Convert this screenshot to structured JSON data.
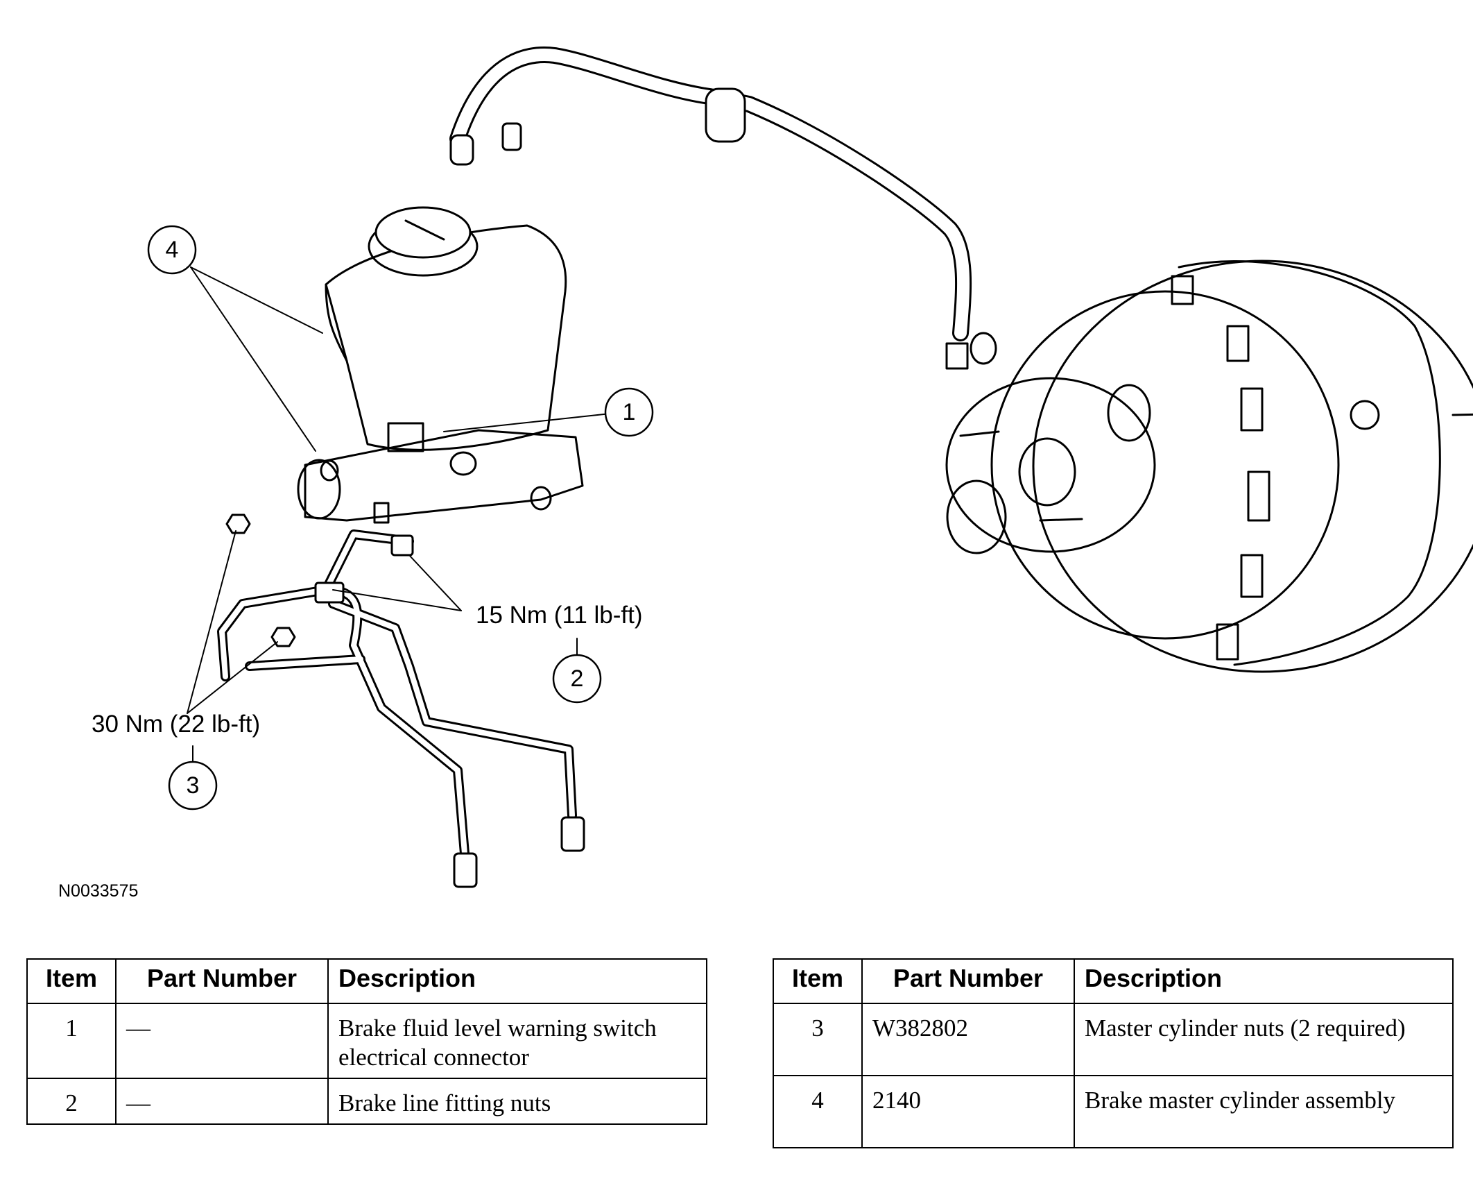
{
  "diagram": {
    "figure_id": "N0033575",
    "torque_labels": {
      "brake_line_fittings": "15 Nm (11 lb-ft)",
      "master_cylinder_nuts": "30 Nm (22 lb-ft)"
    },
    "callouts": [
      "1",
      "2",
      "3",
      "4"
    ]
  },
  "tables": {
    "headers": {
      "item": "Item",
      "part_number": "Part Number",
      "description": "Description"
    },
    "left": [
      {
        "item": "1",
        "part_number": "—",
        "description": "Brake fluid level warning switch electrical connector"
      },
      {
        "item": "2",
        "part_number": "—",
        "description": "Brake line fitting nuts"
      }
    ],
    "right": [
      {
        "item": "3",
        "part_number": "W382802",
        "description": "Master cylinder nuts (2 required)"
      },
      {
        "item": "4",
        "part_number": "2140",
        "description": "Brake master cylinder assembly"
      }
    ]
  }
}
